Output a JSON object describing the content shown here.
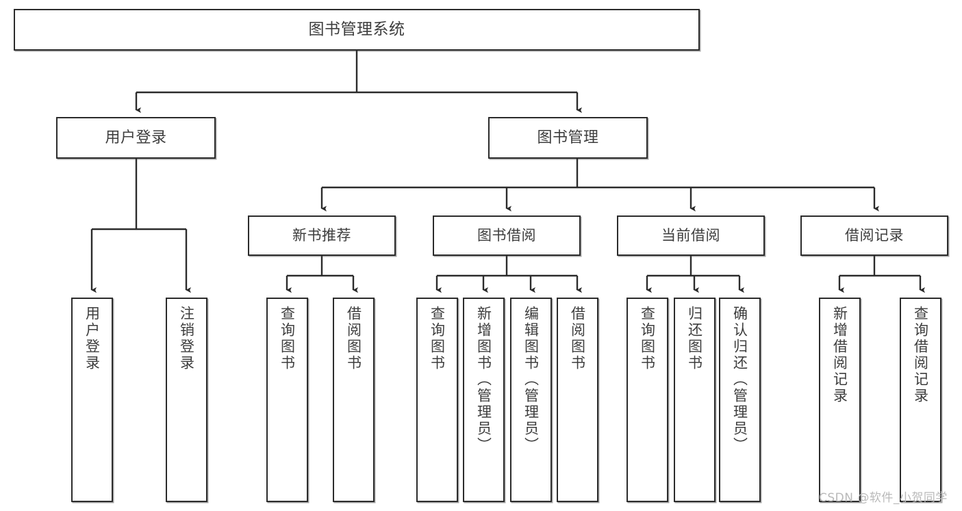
{
  "diagram": {
    "title": "图书管理系统",
    "type": "功能结构图",
    "stroke_color": "#2b2b2b",
    "text_color": "#3d3d3d",
    "background_color": "#ffffff",
    "watermark": "CSDN @软件_小贺同学"
  },
  "nodes": {
    "root": {
      "label": "图书管理系统"
    },
    "level2": [
      {
        "label": "用户登录"
      },
      {
        "label": "图书管理"
      }
    ],
    "level3": [
      {
        "label": "新书推荐"
      },
      {
        "label": "图书借阅"
      },
      {
        "label": "当前借阅"
      },
      {
        "label": "借阅记录"
      }
    ],
    "leaves": {
      "user_login": [
        {
          "label": "用户登录"
        },
        {
          "label": "注销登录"
        }
      ],
      "new_book_recommend": [
        {
          "label": "查询图书"
        },
        {
          "label": "借阅图书"
        }
      ],
      "book_borrow": [
        {
          "label": "查询图书"
        },
        {
          "label": "新增图书（管理员）"
        },
        {
          "label": "编辑图书（管理员）"
        },
        {
          "label": "借阅图书"
        }
      ],
      "current_borrow": [
        {
          "label": "查询图书"
        },
        {
          "label": "归还图书"
        },
        {
          "label": "确认归还（管理员）"
        }
      ],
      "borrow_record": [
        {
          "label": "新增借阅记录"
        },
        {
          "label": "查询借阅记录"
        }
      ]
    }
  },
  "chart_data": {
    "type": "tree",
    "title": "图书管理系统",
    "hierarchy": [
      {
        "name": "图书管理系统",
        "children": [
          {
            "name": "用户登录",
            "children": [
              {
                "name": "用户登录"
              },
              {
                "name": "注销登录"
              }
            ]
          },
          {
            "name": "图书管理",
            "children": [
              {
                "name": "新书推荐",
                "children": [
                  {
                    "name": "查询图书"
                  },
                  {
                    "name": "借阅图书"
                  }
                ]
              },
              {
                "name": "图书借阅",
                "children": [
                  {
                    "name": "查询图书"
                  },
                  {
                    "name": "新增图书（管理员）"
                  },
                  {
                    "name": "编辑图书（管理员）"
                  },
                  {
                    "name": "借阅图书"
                  }
                ]
              },
              {
                "name": "当前借阅",
                "children": [
                  {
                    "name": "查询图书"
                  },
                  {
                    "name": "归还图书"
                  },
                  {
                    "name": "确认归还（管理员）"
                  }
                ]
              },
              {
                "name": "借阅记录",
                "children": [
                  {
                    "name": "新增借阅记录"
                  },
                  {
                    "name": "查询借阅记录"
                  }
                ]
              }
            ]
          }
        ]
      }
    ]
  }
}
